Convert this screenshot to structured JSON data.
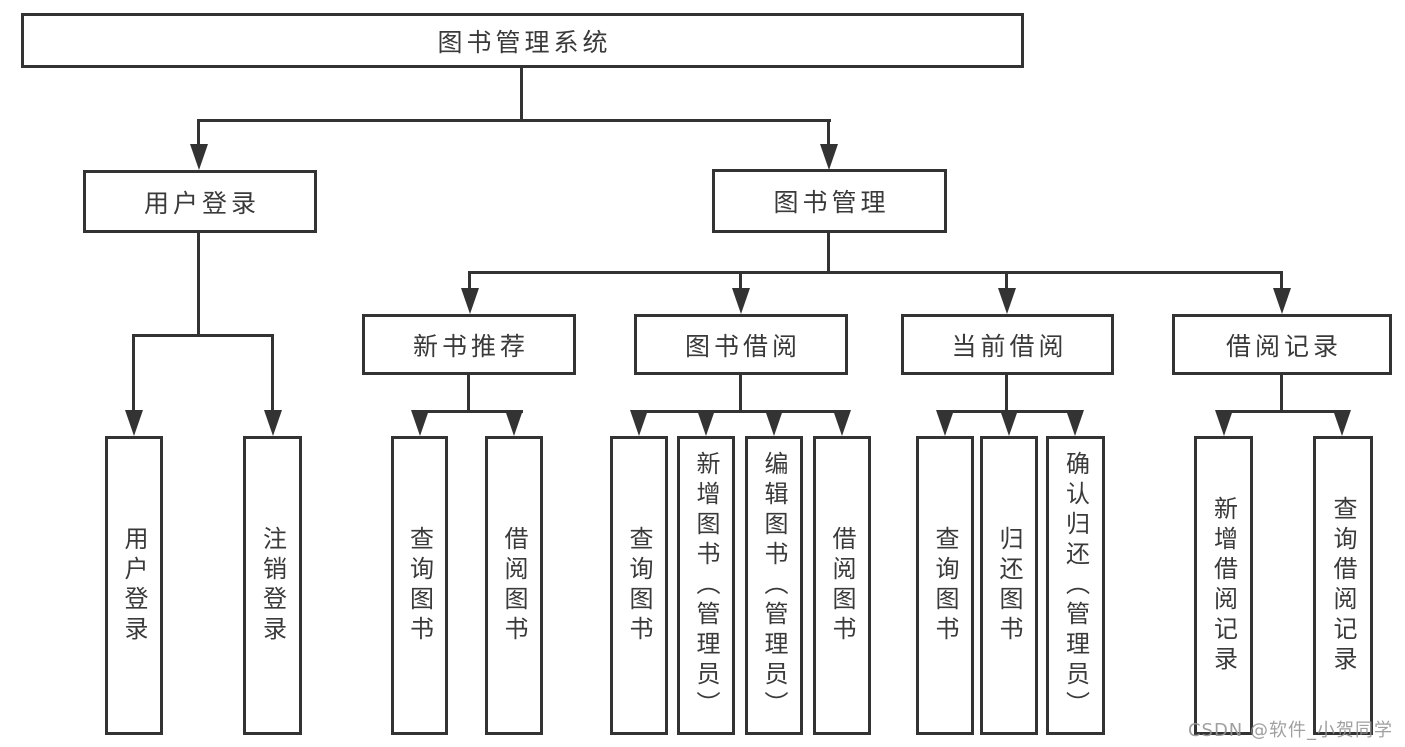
{
  "colors": {
    "line": "#333333",
    "text": "#3a3a3a",
    "watermark": "#969696",
    "background": "#ffffff"
  },
  "watermark": {
    "text": "CSDN @软件_小贺同学"
  },
  "tree": {
    "root": {
      "label": "图书管理系统"
    },
    "children": [
      {
        "label": "用户登录",
        "children": [
          {
            "label": "用户登录"
          },
          {
            "label": "注销登录"
          }
        ]
      },
      {
        "label": "图书管理",
        "children": [
          {
            "label": "新书推荐",
            "children": [
              {
                "label": "查询图书"
              },
              {
                "label": "借阅图书"
              }
            ]
          },
          {
            "label": "图书借阅",
            "children": [
              {
                "label": "查询图书"
              },
              {
                "label": "新增图书（管理员）"
              },
              {
                "label": "编辑图书（管理员）"
              },
              {
                "label": "借阅图书"
              }
            ]
          },
          {
            "label": "当前借阅",
            "children": [
              {
                "label": "查询图书"
              },
              {
                "label": "归还图书"
              },
              {
                "label": "确认归还（管理员）"
              }
            ]
          },
          {
            "label": "借阅记录",
            "children": [
              {
                "label": "新增借阅记录"
              },
              {
                "label": "查询借阅记录"
              }
            ]
          }
        ]
      }
    ]
  }
}
